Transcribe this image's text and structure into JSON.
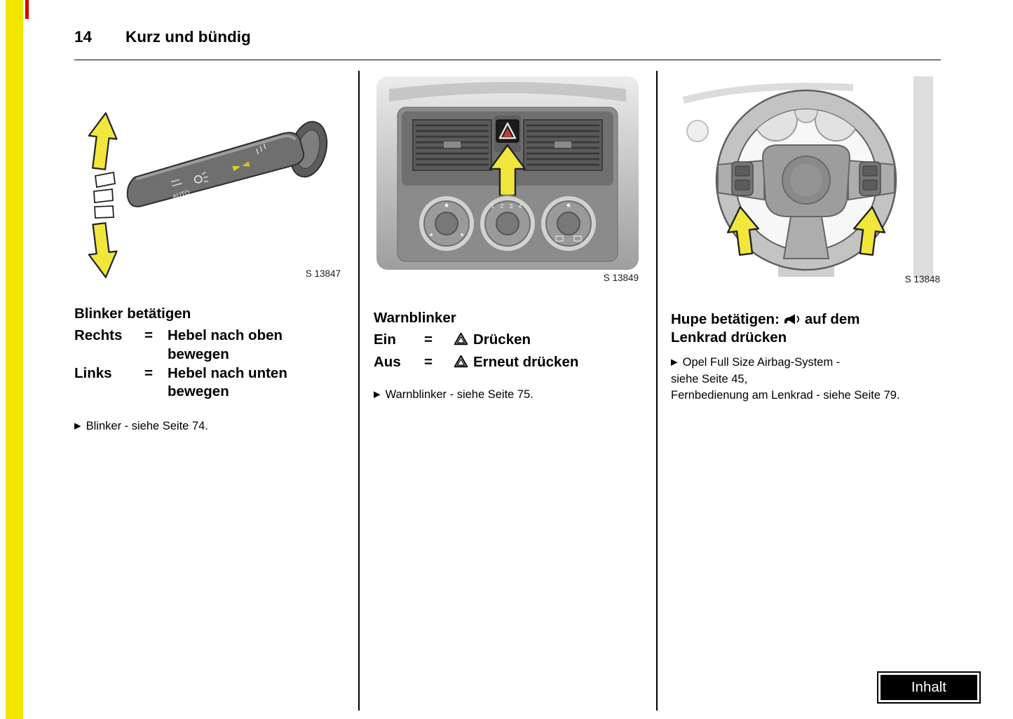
{
  "header": {
    "page_number": "14",
    "chapter_title": "Kurz und bündig"
  },
  "ui": {
    "bullet": "▶"
  },
  "colors": {
    "sidebar_yellow": "#F2E600",
    "sidebar_red": "#D40000",
    "arrow_yellow": "#F1E63C"
  },
  "col1": {
    "figure_label": "S 13847",
    "marking_auto": "AUTO",
    "heading": "Blinker betätigen",
    "rows": [
      {
        "term": "Rechts",
        "eq": "=",
        "def": "Hebel nach oben bewegen"
      },
      {
        "term": "Links",
        "eq": "=",
        "def": "Hebel nach unten bewegen"
      }
    ],
    "note": "Blinker - siehe Seite 74."
  },
  "col2": {
    "figure_label": "S 13849",
    "knob_numbers": "1 2 3 4",
    "heading": "Warnblinker",
    "rows": [
      {
        "term": "Ein",
        "eq": "=",
        "def": "Drücken"
      },
      {
        "term": "Aus",
        "eq": "=",
        "def": "Erneut drücken"
      }
    ],
    "note": "Warnblinker - siehe Seite 75."
  },
  "col3": {
    "figure_label": "S 13848",
    "heading_pre": "Hupe betätigen:",
    "heading_mid": "auf dem",
    "heading_line2": "Lenkrad drücken",
    "note_line1": "Opel Full Size Airbag-System -",
    "note_line2": "siehe Seite 45,",
    "note_line3": "Fernbedienung am Lenkrad - siehe Seite 79."
  },
  "footer": {
    "inhalt": "Inhalt"
  }
}
